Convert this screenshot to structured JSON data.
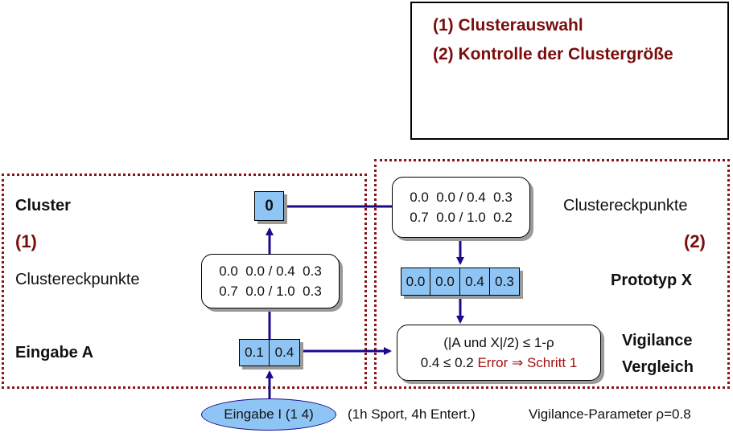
{
  "top_box": {
    "line1": "(1) Clusterauswahl",
    "line2": "(2) Kontrolle der Clustergröße"
  },
  "left": {
    "cluster_label": "Cluster",
    "number": "(1)",
    "corners_label": "Clustereckpunkte",
    "input_label": "Eingabe A",
    "cluster_value": "0",
    "corners_box": {
      "line1": "0.0  0.0 / 0.4  0.3",
      "line2": "0.7  0.0 / 1.0  0.3"
    },
    "input_cells": [
      "0.1",
      "0.4"
    ]
  },
  "right": {
    "corners_box": {
      "line1": "0.0  0.0 / 0.4  0.3",
      "line2": "0.7  0.0 / 1.0  0.2"
    },
    "corners_label": "Clustereckpunkte",
    "number": "(2)",
    "prototype_label": "Prototyp X",
    "prototype_cells": [
      "0.0",
      "0.0",
      "0.4",
      "0.3"
    ],
    "vigilance_label_1": "Vigilance",
    "vigilance_label_2": "Vergleich",
    "vigilance_box": {
      "formula": "(|A und X|/2) ≤ 1-ρ",
      "line2_start": "0.4 ≤ 0.2 ",
      "line2_error": "Error",
      "line2_arrow": " ⇒ ",
      "line2_end": "Schritt 1"
    }
  },
  "bottom": {
    "input_ellipse": "Eingabe I (1 4)",
    "note": "(1h Sport, 4h Entert.)",
    "parameter": "Vigilance-Parameter ρ=0.8"
  },
  "colors": {
    "accent_red": "#7a0c0c",
    "arrow_blue": "#1a0a8c",
    "cell_blue": "#8ec5f5"
  }
}
